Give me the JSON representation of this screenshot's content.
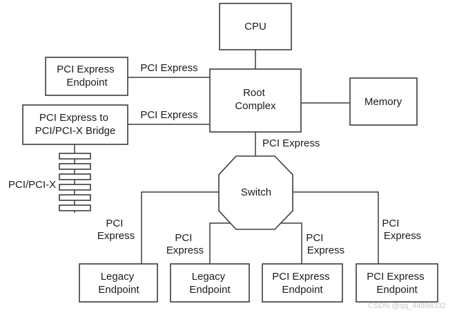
{
  "nodes": {
    "cpu": "CPU",
    "root_complex": [
      "Root",
      "Complex"
    ],
    "memory": "Memory",
    "pcie_endpoint_top": [
      "PCI Express",
      "Endpoint"
    ],
    "bridge": [
      "PCI Express to",
      "PCI/PCI-X Bridge"
    ],
    "switch": "Switch",
    "legacy_endpoint_1": [
      "Legacy",
      "Endpoint"
    ],
    "legacy_endpoint_2": [
      "Legacy",
      "Endpoint"
    ],
    "pcie_endpoint_3": [
      "PCI Express",
      "Endpoint"
    ],
    "pcie_endpoint_4": [
      "PCI Express",
      "Endpoint"
    ]
  },
  "links": {
    "endpoint_to_root": "PCI Express",
    "bridge_to_root": "PCI Express",
    "root_to_switch": "PCI Express",
    "switch_to_legacy_1": [
      "PCI",
      "Express"
    ],
    "switch_to_legacy_2": [
      "PCI",
      "Express"
    ],
    "switch_to_endpoint_3": [
      "PCI",
      "Express"
    ],
    "switch_to_endpoint_4": [
      "PCI",
      "Express"
    ]
  },
  "bus_label": "PCI/PCI-X",
  "watermark": "CSDN @qq_44898332"
}
